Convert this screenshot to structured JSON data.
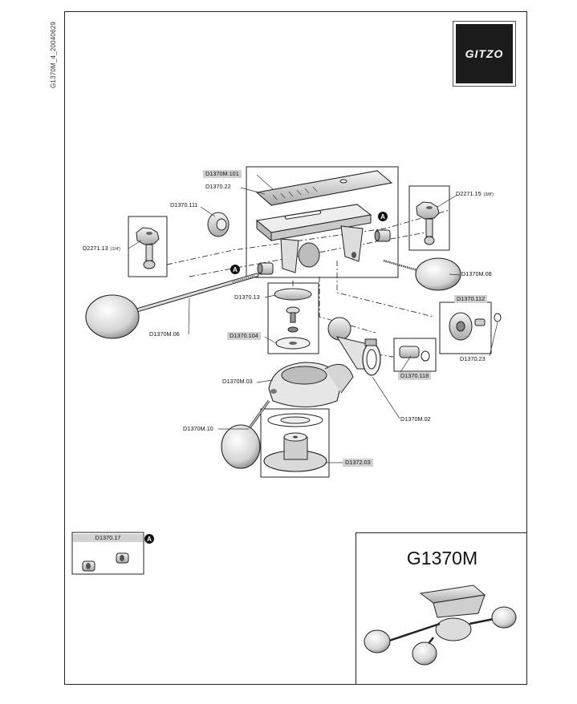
{
  "document_code": "G1370M_4_20040629",
  "brand": "GITZO",
  "product_title": "G1370M",
  "callout_marker": "A",
  "parts": {
    "p1": {
      "code": "D1370M.101"
    },
    "p2": {
      "code": "D1370.22"
    },
    "p3": {
      "code": "D1370.111"
    },
    "p4": {
      "code": "D2271.15",
      "note": "(3/8')"
    },
    "p5": {
      "code": "D2271.13",
      "note": "(1/4')"
    },
    "p6": {
      "code": "D1370M.08"
    },
    "p7": {
      "code": "D1370.13"
    },
    "p8": {
      "code": "D1370.112"
    },
    "p9": {
      "code": "D1370M.06"
    },
    "p10": {
      "code": "D1370.104"
    },
    "p11": {
      "code": "D1370.23"
    },
    "p12": {
      "code": "D1370.118"
    },
    "p13": {
      "code": "D1370M.03"
    },
    "p14": {
      "code": "D1370M.02"
    },
    "p15": {
      "code": "D1370M.10"
    },
    "p16": {
      "code": "D1372.03"
    },
    "p17": {
      "code": "D1370.17"
    }
  }
}
